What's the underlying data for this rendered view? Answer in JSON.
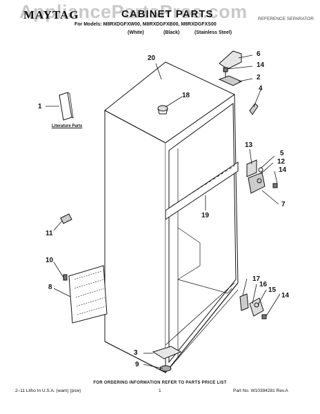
{
  "watermark": "AppliancePartsPros.com",
  "brand": "MAYTAG",
  "title": "CABINET PARTS",
  "ref_note": "REFERENCE SEPARATOR",
  "models_line": "For Models: M8RXDGFXW00, M8RXDGFXB00, M8RXDGFXS00",
  "model_colors": [
    "(White)",
    "(Black)",
    "(Stainless Steel)"
  ],
  "literature_label": "Literature Parts",
  "callouts": {
    "c1": "1",
    "c2": "2",
    "c3": "3",
    "c4": "4",
    "c5": "5",
    "c6": "6",
    "c7": "7",
    "c8": "8",
    "c9": "9",
    "c10": "10",
    "c11": "11",
    "c12": "12",
    "c13": "13",
    "c14a": "14",
    "c14b": "14",
    "c14c": "14",
    "c15": "15",
    "c16": "16",
    "c17": "17",
    "c18": "18",
    "c19": "19",
    "c20": "20"
  },
  "ordering_note": "FOR ORDERING INFORMATION REFER TO PARTS PRICE LIST",
  "footer": {
    "left": "2–11 Litho In U.S.A. (wam) (psw)",
    "page": "1",
    "right": "Part No. W10394281 Rev.A"
  }
}
